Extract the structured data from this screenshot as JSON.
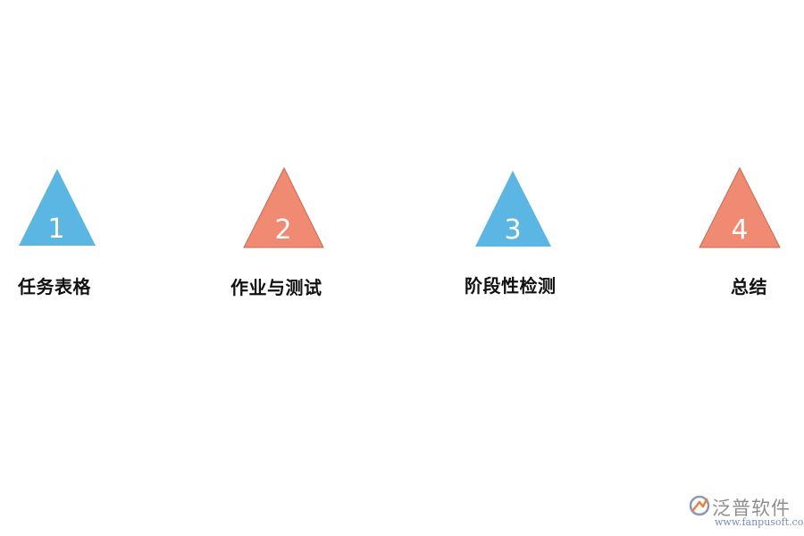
{
  "colors": {
    "blue": "#5cb6e4",
    "salmon": "#f08a72",
    "salmon_stroke": "#c66a52",
    "label_text": "#111111"
  },
  "steps": [
    {
      "number": "1",
      "label": "任务表格",
      "color": "blue"
    },
    {
      "number": "2",
      "label": "作业与测试",
      "color": "salmon"
    },
    {
      "number": "3",
      "label": "阶段性检测",
      "color": "blue"
    },
    {
      "number": "4",
      "label": "总结",
      "color": "salmon"
    }
  ],
  "logo": {
    "name": "泛普软件",
    "url": "www.fanpusoft.com"
  }
}
